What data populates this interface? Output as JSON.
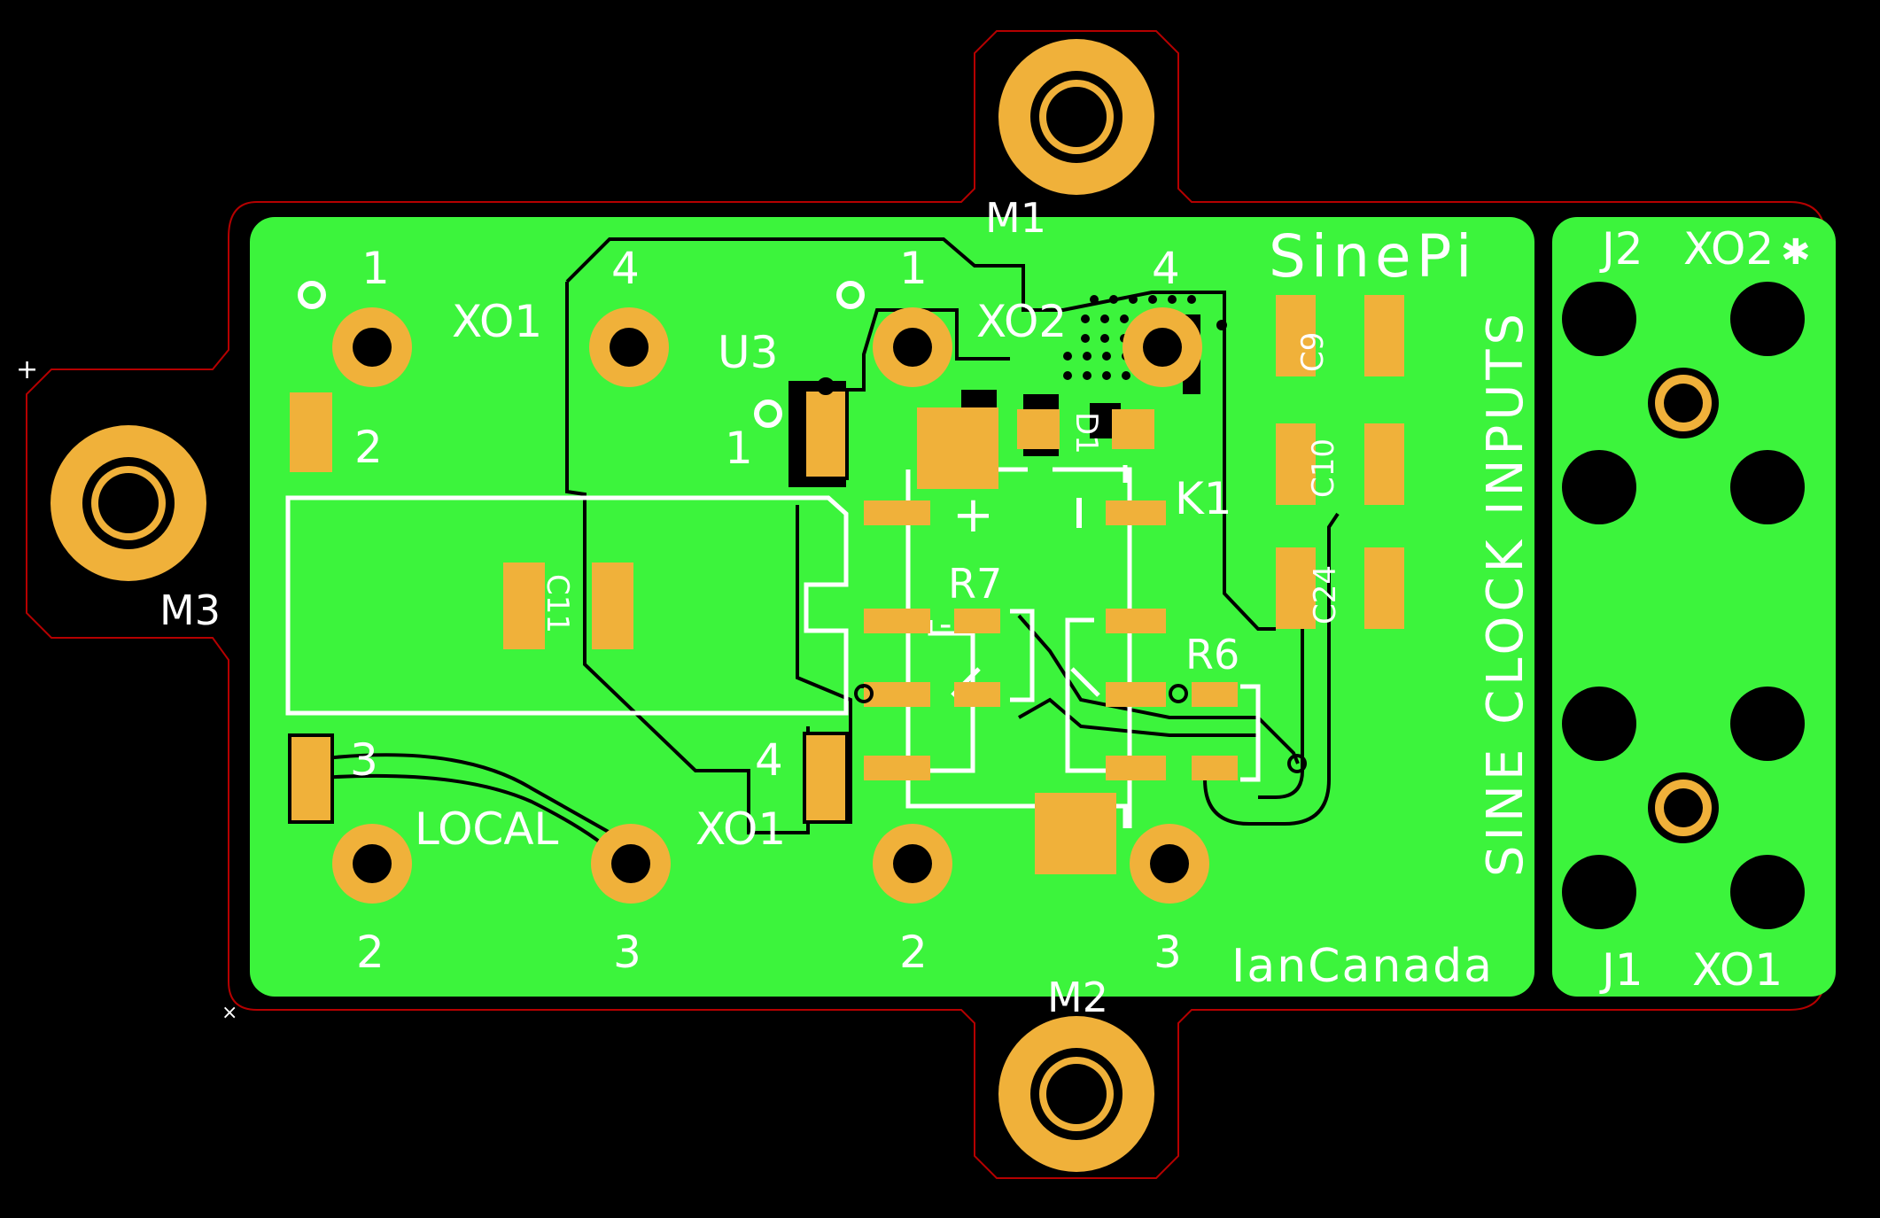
{
  "colors": {
    "background": "#000000",
    "copper": "#3cf43c",
    "pad": "#f0b13a",
    "silkscreen": "#ffffff",
    "outline": "#b50000",
    "trace": "#000000"
  },
  "title": "SinePi",
  "side_label": "SINE CLOCK INPUTS",
  "author": "IanCanada",
  "mounting": {
    "m1": "M1",
    "m2": "M2",
    "m3": "M3"
  },
  "refs": {
    "u3": "U3",
    "xo1_a": "XO1",
    "xo1_b": "XO1",
    "xo2": "XO2",
    "local": "LOCAL",
    "k1": "K1",
    "r7": "R7",
    "r6": "R6",
    "d1": "D1",
    "c9": "C9",
    "c10": "C10",
    "c24": "C24",
    "c11": "C11",
    "j2": "J2",
    "j2_xo": "XO2",
    "j1": "J1",
    "j1_xo": "XO1",
    "plus": "+",
    "minus": "-",
    "star": "✱"
  },
  "pins": {
    "xo1_1": "1",
    "xo1_4": "4",
    "xo1_2": "2",
    "xo1_3": "3",
    "xo2_1": "1",
    "xo2_4": "4",
    "xo2_2": "2",
    "xo2_3": "3",
    "u3_1": "1",
    "local_2": "2",
    "local_3": "3",
    "u3_4": "4"
  }
}
